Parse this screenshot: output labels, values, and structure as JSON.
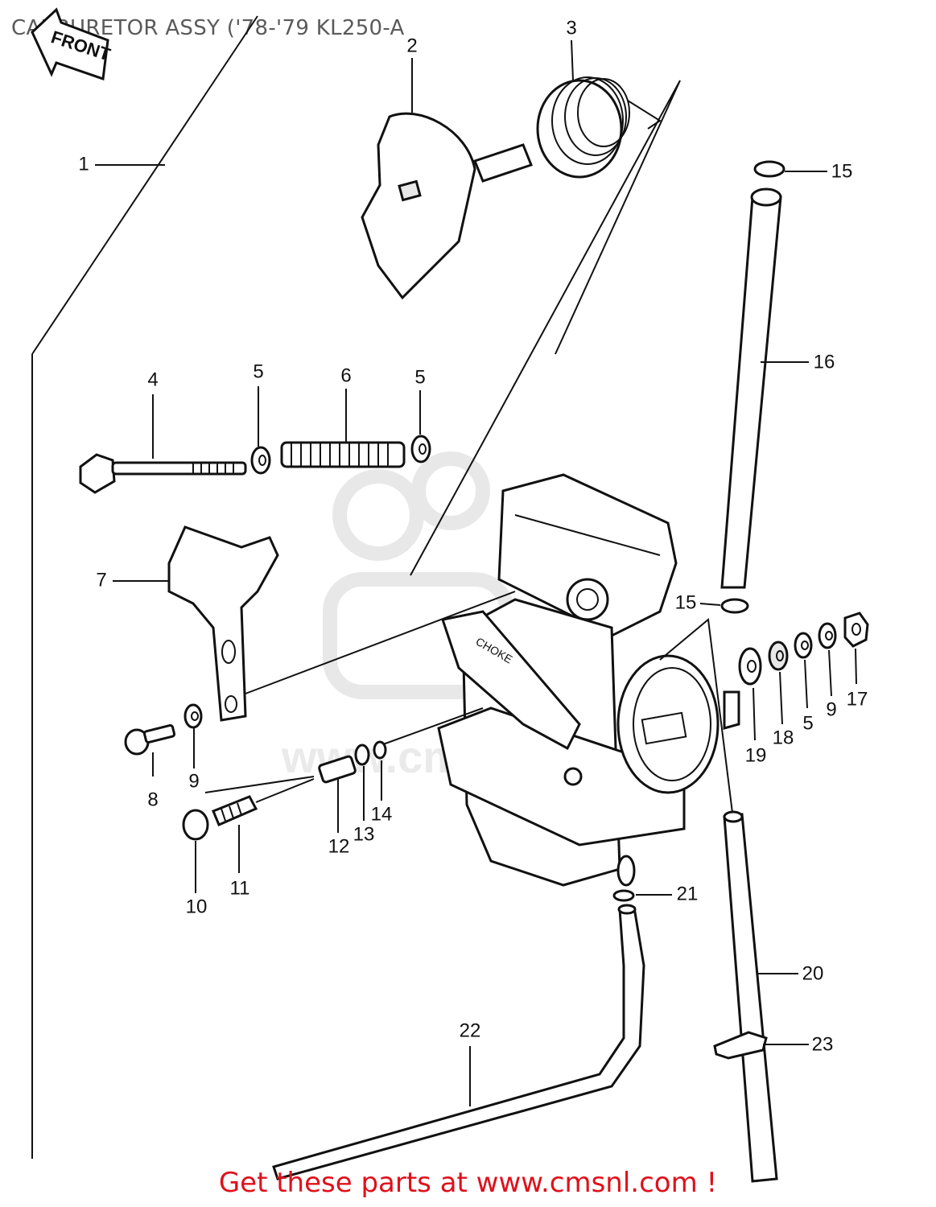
{
  "title": "CARBURETOR ASSY ('78-'79 KL250-A",
  "front_marker": "FRONT",
  "watermark": "www.cmsnl.com",
  "footer": "Get these parts at www.cmsnl.com !",
  "callouts": [
    "1",
    "2",
    "3",
    "15",
    "16",
    "4",
    "5",
    "6",
    "5",
    "7",
    "15",
    "8",
    "9",
    "19",
    "18",
    "5",
    "9",
    "17",
    "10",
    "11",
    "12",
    "13",
    "14",
    "21",
    "20",
    "22",
    "23"
  ]
}
